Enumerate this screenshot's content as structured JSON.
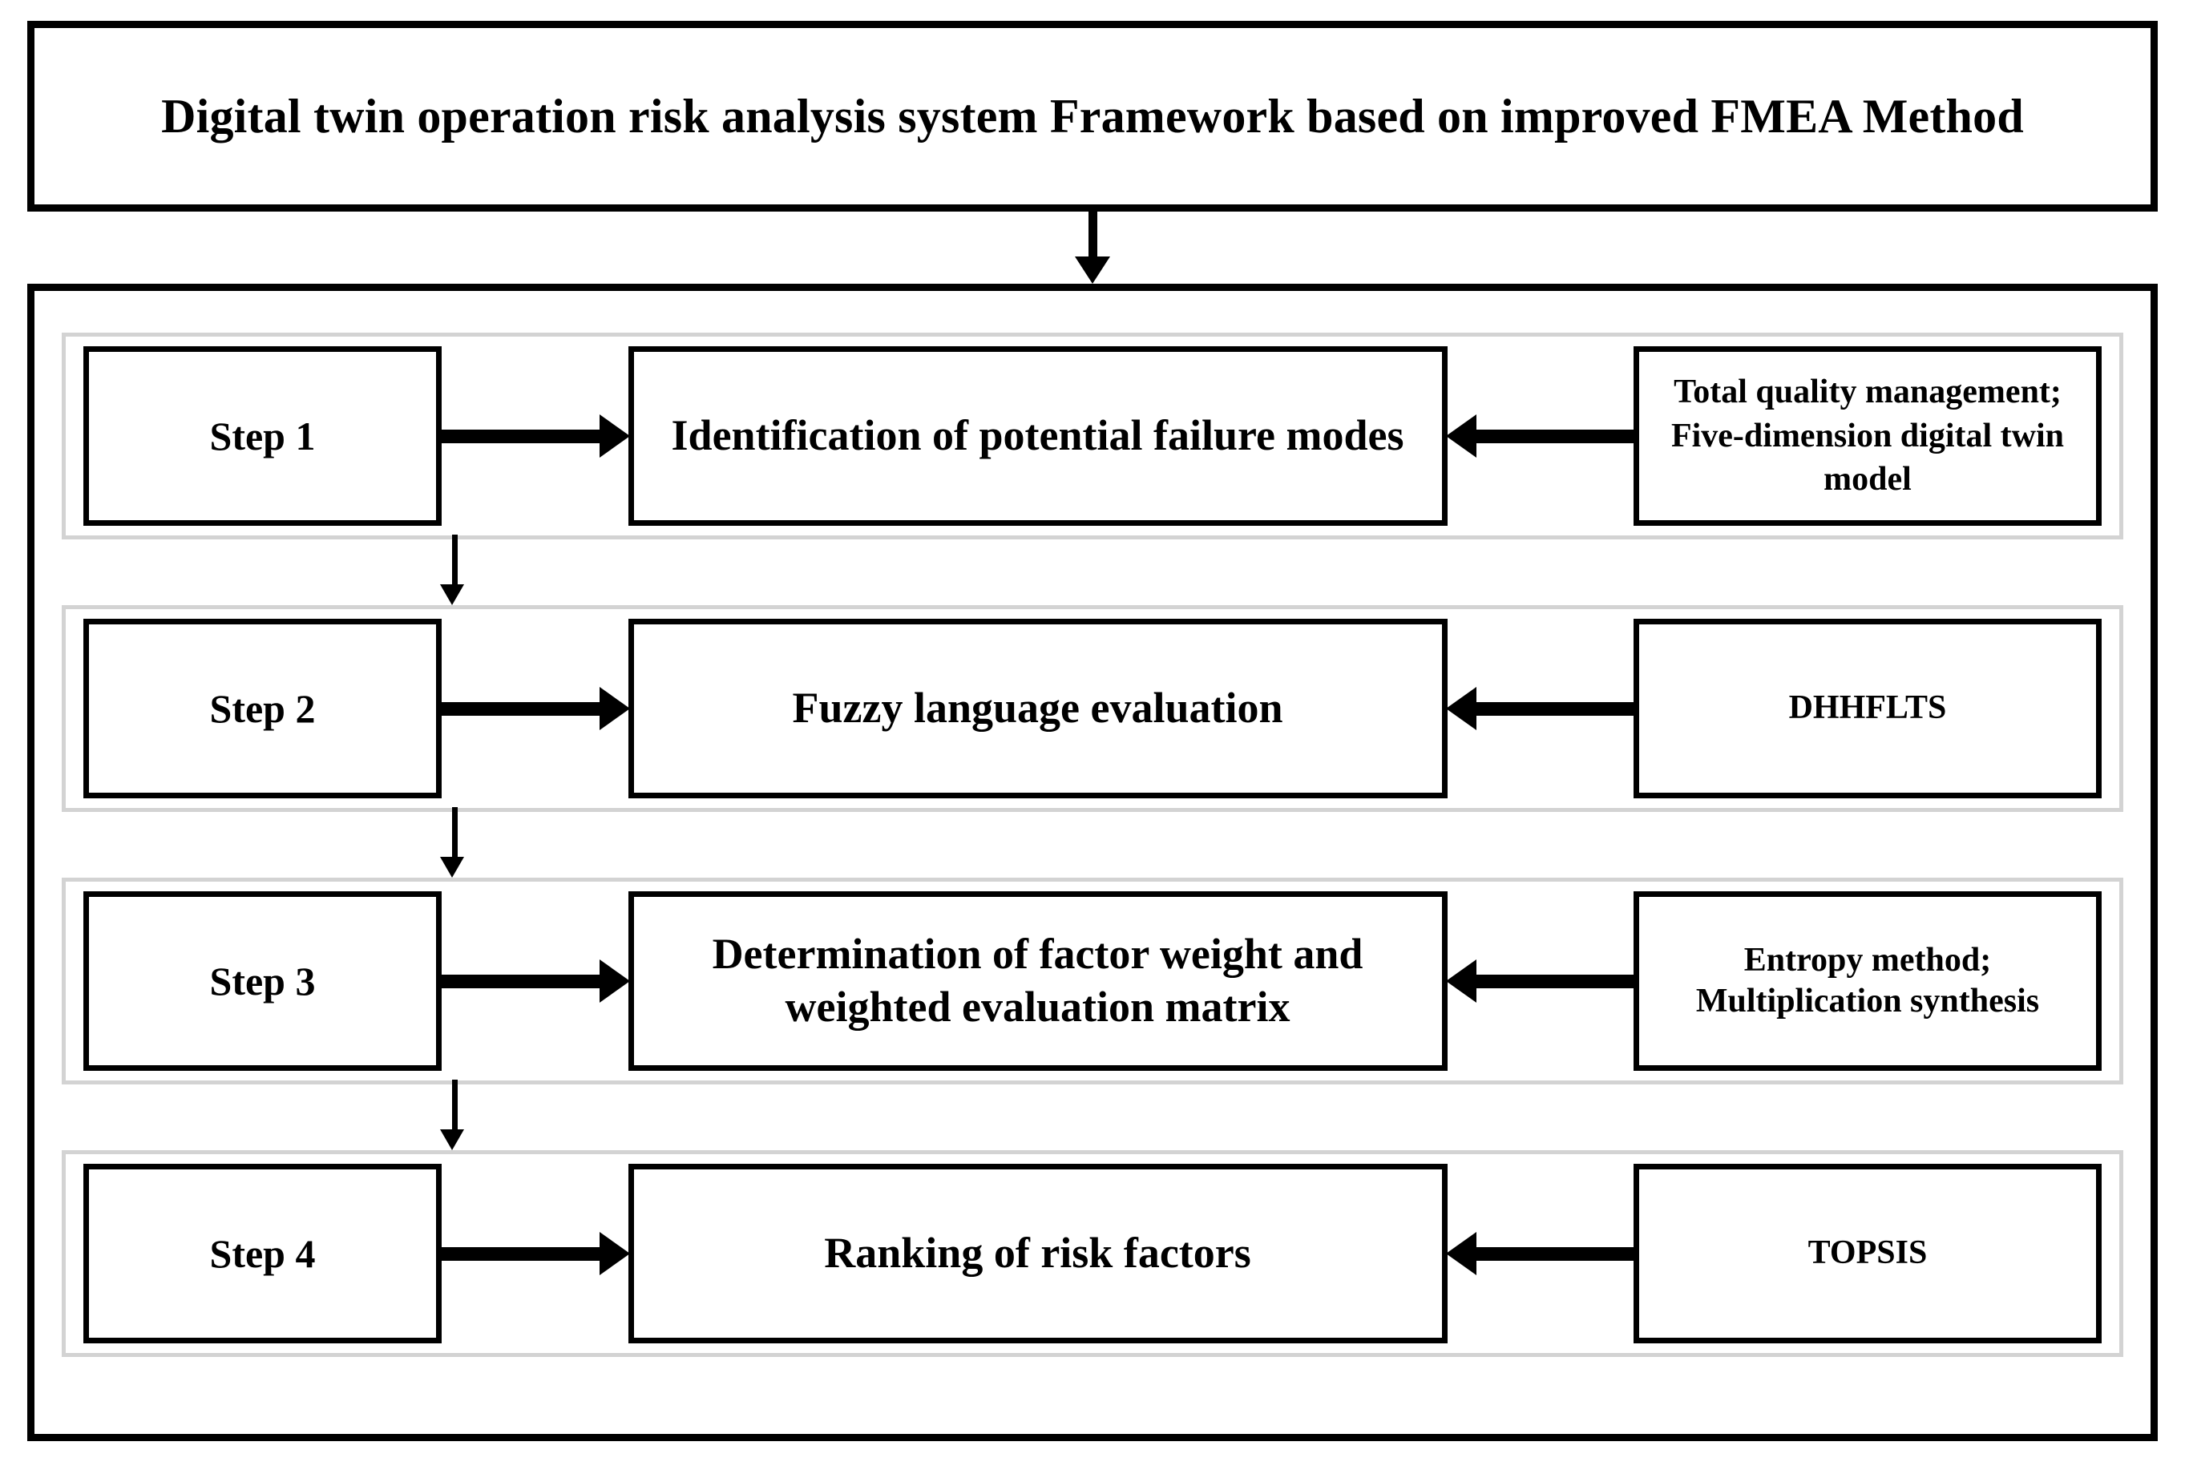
{
  "title": {
    "text": "Digital twin operation risk analysis system Framework based on improved FMEA Method"
  },
  "rows": [
    {
      "step_label": "Step 1",
      "process_label": "Identification of potential failure modes",
      "method_label": "Total quality management; Five-dimension digital twin model"
    },
    {
      "step_label": "Step 2",
      "process_label": "Fuzzy language evaluation",
      "method_label": "DHHFLTS"
    },
    {
      "step_label": "Step 3",
      "process_label": "Determination of factor weight and weighted evaluation matrix",
      "method_label": "Entropy method; Multiplication synthesis"
    },
    {
      "step_label": "Step 4",
      "process_label": "Ranking of risk factors",
      "method_label": "TOPSIS"
    }
  ],
  "colors": {
    "border_strong": "#000000",
    "border_group": "#d3d3d3",
    "background": "#ffffff",
    "text": "#000000"
  }
}
